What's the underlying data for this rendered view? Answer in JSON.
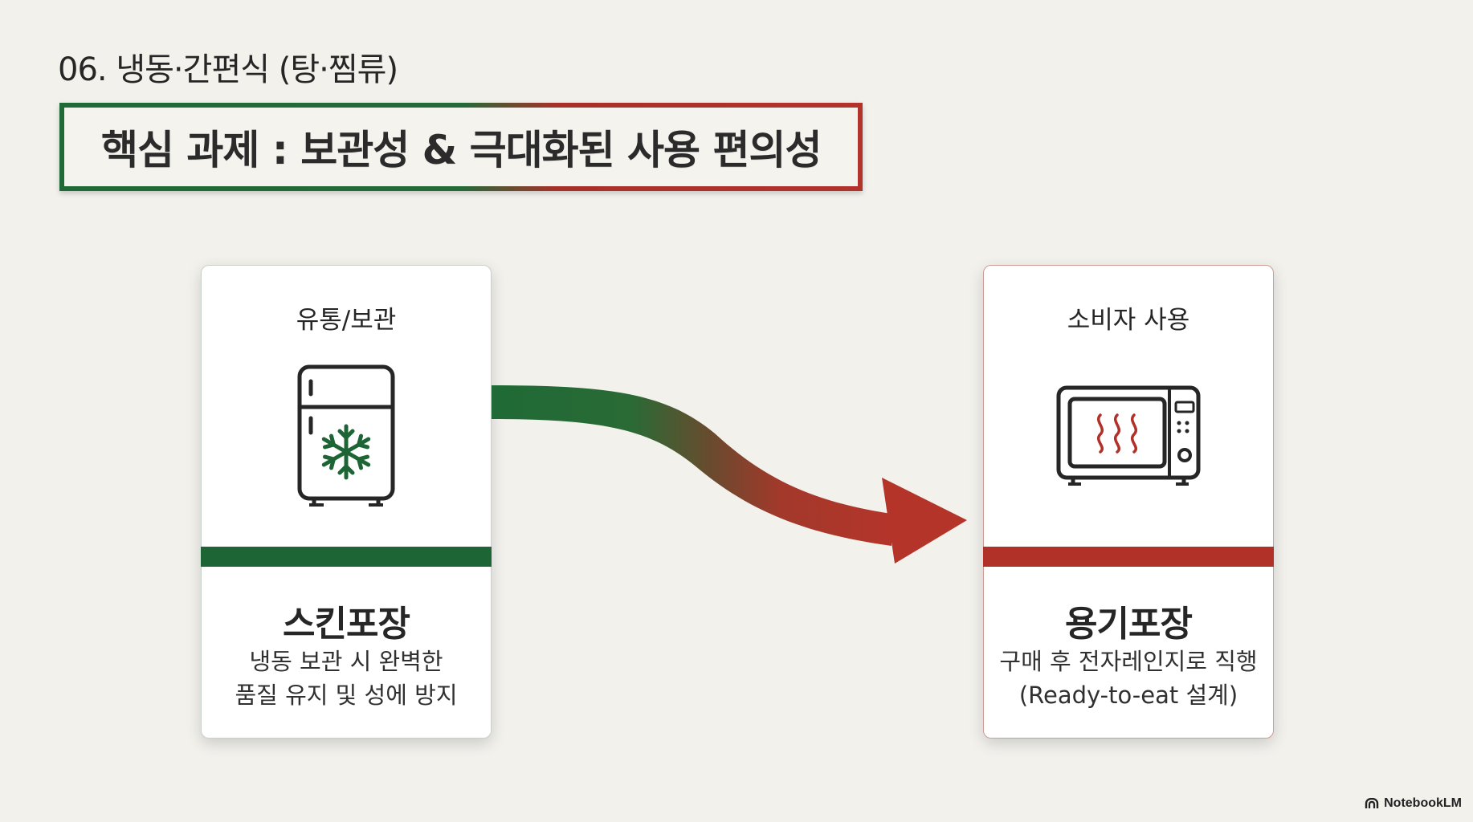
{
  "section_label": "06. 냉동·간편식 (탕·찜류)",
  "headline": "핵심 과제 : 보관성 & 극대화된 사용 편의성",
  "cards": [
    {
      "top_label": "유통/보관",
      "icon": "fridge-snowflake-icon",
      "title": "스킨포장",
      "desc": [
        "냉동 보관 시 완벽한",
        "품질 유지 및 성에 방지"
      ]
    },
    {
      "top_label": "소비자 사용",
      "icon": "microwave-icon",
      "title": "용기포장",
      "desc": [
        "구매 후 전자레인지로 직행",
        "(Ready-to-eat 설계)"
      ]
    }
  ],
  "brand": "NotebookLM",
  "colors": {
    "green": "#1e6535",
    "red": "#b13129",
    "background": "#f2f1ec"
  }
}
